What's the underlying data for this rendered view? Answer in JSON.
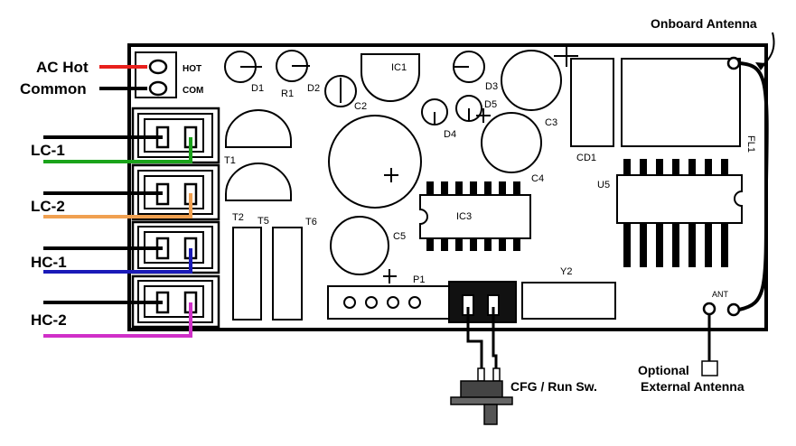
{
  "labels": {
    "ac_hot": "AC Hot",
    "common": "Common",
    "lc1": "LC-1",
    "lc2": "LC-2",
    "hc1": "HC-1",
    "hc2": "HC-2",
    "onboard_antenna": "Onboard Antenna",
    "optional": "Optional",
    "external_antenna": "External Antenna",
    "cfg_run": "CFG / Run Sw."
  },
  "silkscreen": {
    "hot": "HOT",
    "com": "COM",
    "d1": "D1",
    "r1": "R1",
    "d2": "D2",
    "ic1": "IC1",
    "c2": "C2",
    "d3": "D3",
    "d5": "D5",
    "d4": "D4",
    "c3": "C3",
    "c4": "C4",
    "cd1": "CD1",
    "fl1": "FL1",
    "t1": "T1",
    "t2": "T2",
    "t5": "T5",
    "t6": "T6",
    "ic3": "IC3",
    "c5": "C5",
    "u5": "U5",
    "p1": "P1",
    "y2": "Y2",
    "ant": "ANT"
  },
  "wire_colors": {
    "ac_hot": "#e8201c",
    "common": "#000000",
    "lc1": "#1aa31a",
    "lc2": "#f0a050",
    "hc1": "#1a1ab8",
    "hc2": "#d030c8"
  }
}
